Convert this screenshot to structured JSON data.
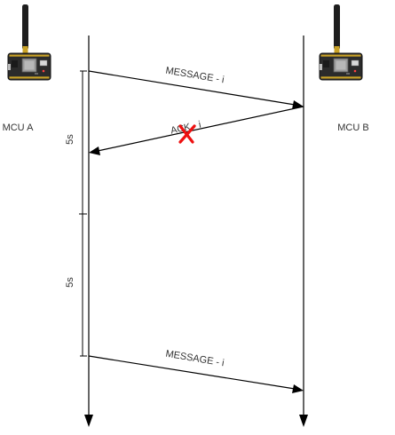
{
  "participants": [
    {
      "label": "MCU A",
      "icon": "lora-board-icon"
    },
    {
      "label": "MCU B",
      "icon": "lora-board-icon"
    }
  ],
  "messages": [
    {
      "label": "MESSAGE - i",
      "from": "MCU A",
      "to": "MCU B",
      "delivered": true
    },
    {
      "label": "ACK - i",
      "from": "MCU B",
      "to": "MCU A",
      "delivered": false
    },
    {
      "label": "MESSAGE - i",
      "from": "MCU A",
      "to": "MCU B",
      "delivered": true
    }
  ],
  "timeouts": [
    {
      "label": "5s"
    },
    {
      "label": "5s"
    }
  ],
  "failure_marker": {
    "icon": "x-mark-icon"
  },
  "colors": {
    "line": "#000000",
    "text": "#333333",
    "failure": "#ee1111",
    "board": "#2b2b2b",
    "antenna": "#1e1e1e",
    "gold": "#c9a227"
  }
}
